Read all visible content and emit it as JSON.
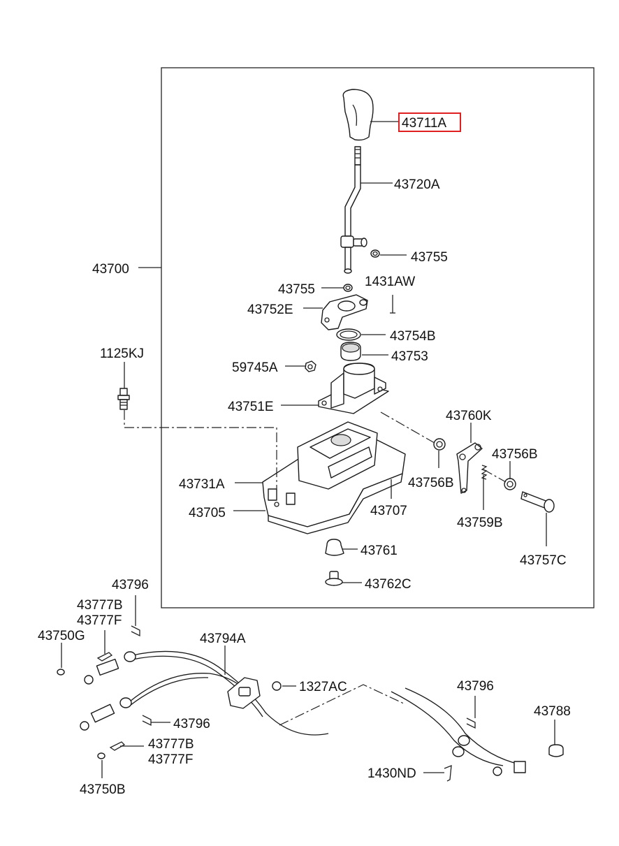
{
  "highlight_color": "#e02020",
  "labels": {
    "l43711A": "43711A",
    "l43720A": "43720A",
    "l43755a": "43755",
    "l43700": "43700",
    "l43755b": "43755",
    "l1431AW": "1431AW",
    "l43752E": "43752E",
    "l43754B": "43754B",
    "l43753": "43753",
    "l1125KJ": "1125KJ",
    "l59745A": "59745A",
    "l43751E": "43751E",
    "l43760K": "43760K",
    "l43756Ba": "43756B",
    "l43731A": "43731A",
    "l43756Bb": "43756B",
    "l43705": "43705",
    "l43707": "43707",
    "l43759B": "43759B",
    "l43761": "43761",
    "l43757C": "43757C",
    "l43762C": "43762C",
    "l43796a": "43796",
    "l43777Ba": "43777B",
    "l43777Fa": "43777F",
    "l43750G": "43750G",
    "l43794A": "43794A",
    "l1327AC": "1327AC",
    "l43796b": "43796",
    "l43788": "43788",
    "l43796c": "43796",
    "l43777Bb": "43777B",
    "l43777Fb": "43777F",
    "l1430ND": "1430ND",
    "l43750B": "43750B"
  }
}
